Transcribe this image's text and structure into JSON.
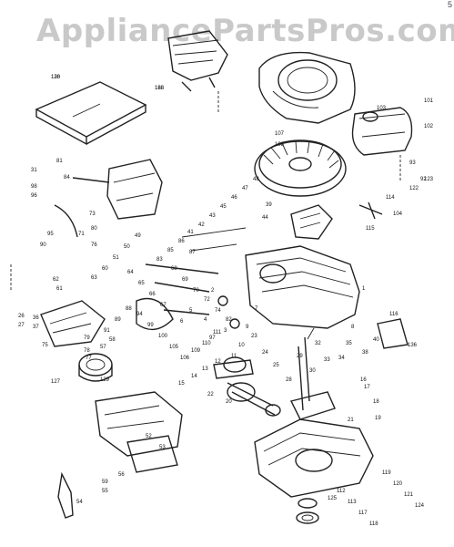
{
  "watermark": "AppliancePartsPros.com",
  "corner_mark": "5",
  "part_labels": [
    "130",
    "168",
    "107",
    "108",
    "103",
    "101",
    "102",
    "93",
    "92",
    "31",
    "81",
    "98",
    "96",
    "97",
    "84",
    "95",
    "90",
    "39",
    "44",
    "115",
    "114",
    "104",
    "122",
    "123",
    "73",
    "80",
    "71",
    "76",
    "62",
    "61",
    "58",
    "57",
    "26",
    "27",
    "36",
    "37",
    "22",
    "20",
    "21",
    "16",
    "17",
    "18",
    "19",
    "56",
    "54",
    "59",
    "55",
    "52",
    "53",
    "116",
    "127",
    "129",
    "136",
    "79",
    "78",
    "77",
    "75",
    "8",
    "1",
    "2",
    "3",
    "4",
    "5",
    "6",
    "7",
    "9",
    "10",
    "11",
    "12",
    "13",
    "14",
    "15",
    "23",
    "24",
    "25",
    "28",
    "29",
    "30",
    "32",
    "33",
    "34",
    "35",
    "38",
    "40",
    "41",
    "42",
    "43",
    "45",
    "46",
    "47",
    "48",
    "49",
    "50",
    "51",
    "60",
    "63",
    "64",
    "65",
    "66",
    "67",
    "68",
    "69",
    "70",
    "72",
    "74",
    "82",
    "83",
    "85",
    "86",
    "87",
    "88",
    "89",
    "91",
    "94",
    "99",
    "100",
    "105",
    "106",
    "109",
    "110",
    "111",
    "112",
    "113",
    "117",
    "118",
    "119",
    "120",
    "121",
    "124",
    "125",
    "126",
    "128"
  ]
}
